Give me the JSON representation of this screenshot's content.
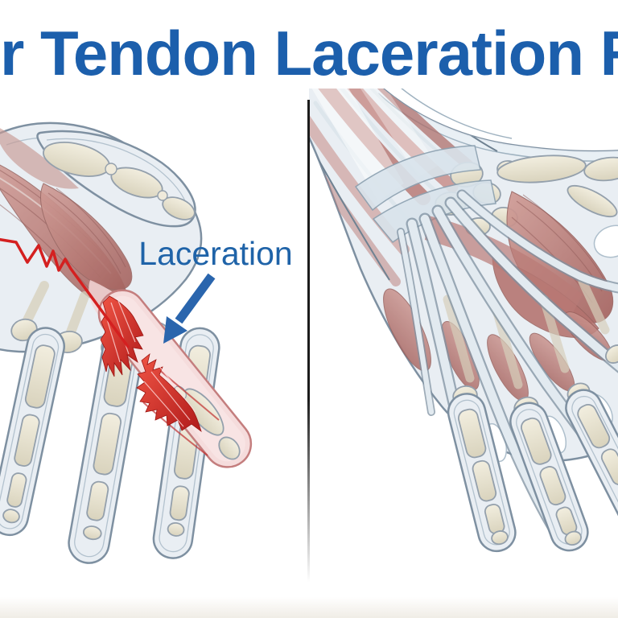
{
  "title": {
    "text": "r Tendon Laceration R"
  },
  "annotation": {
    "label": "Laceration"
  },
  "panels": {
    "left": {
      "content": "hand with lacerated tendon, torn red tendon ends and red tear line"
    },
    "right": {
      "content": "hand and wrist with intact tendons and muscles"
    }
  },
  "palette": {
    "background": "#ffffff",
    "title_blue": "#1c5fac",
    "label_blue": "#1f63a8",
    "arrow_blue": "#2a65ad",
    "divider_black": "#1c1c1c",
    "skin_fill": "#e9eef3",
    "skin_outline": "#7e90a1",
    "skin_inner_line": "#b3c2ce",
    "bone_fill": "#eae5d3",
    "bone_outline": "#94a0ac",
    "muscle_light": "#d09c96",
    "muscle_dark": "#a4625e",
    "tendon_fill": "#e2eaf0",
    "tendon_outline": "#7e90a0",
    "laceration_red": "#d42020",
    "laceration_red_dark": "#9b1512",
    "injured_skin": "#f5dcdc",
    "injured_outline": "#c47e7e"
  }
}
